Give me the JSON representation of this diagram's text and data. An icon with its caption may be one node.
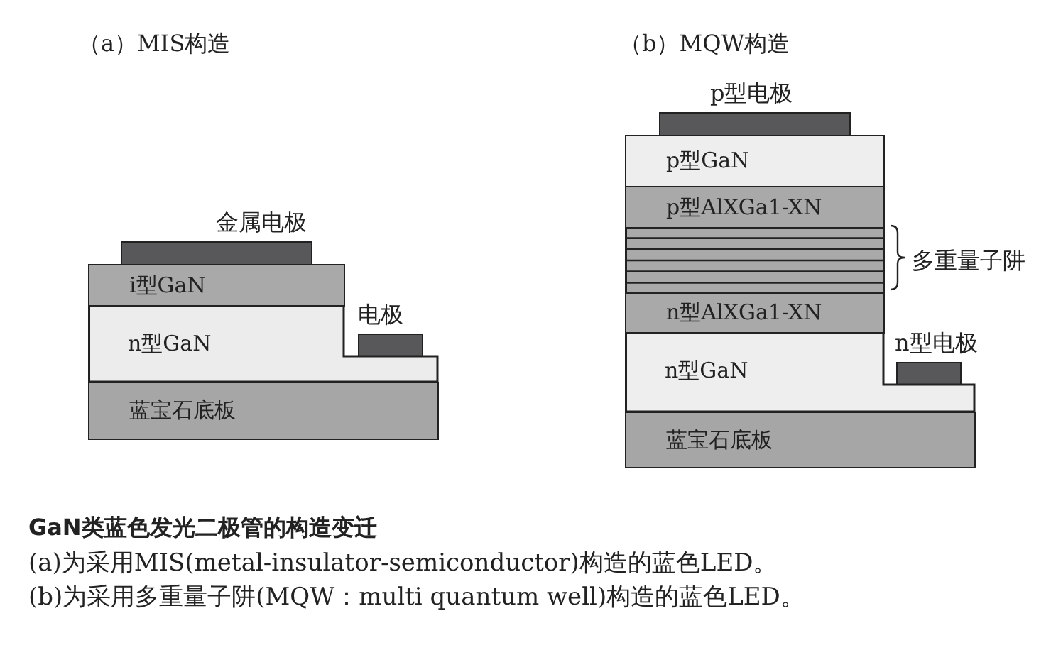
{
  "diagram": {
    "caption": "GaN类蓝色发光二极管的构造变迁",
    "nodes": [
      {
        "text": [
          "金属电极"
        ]
      },
      {
        "text": [
          "i型GaN"
        ]
      },
      {
        "text": [
          "电极"
        ]
      },
      {
        "text": [
          "n型GaN"
        ]
      },
      {
        "text": [
          "蓝宝石底板"
        ]
      },
      {
        "text": [
          "p型电极"
        ]
      },
      {
        "text": [
          "p型GaN"
        ]
      },
      {
        "text": [
          "p型AlXGa1-XN"
        ]
      },
      {
        "text": [],
        "shape": "box",
        "beside": [
          "多重量子阱"
        ]
      },
      {
        "text": [
          "n型AlXGa1-XN"
        ]
      },
      {
        "text": [
          "n型电极"
        ]
      },
      {
        "text": [
          "n型GaN"
        ]
      },
      {
        "text": [
          "蓝宝石底板"
        ]
      }
    ],
    "labels": [
      "（a）MIS构造",
      "（b）MQW构造",
      "(a)为采用MIS(metal-insulator-semiconductor)构造的蓝色LED。",
      "(b)为采用多重量子阱(MQW：multi quantum well)构造的蓝色LED。"
    ]
  }
}
